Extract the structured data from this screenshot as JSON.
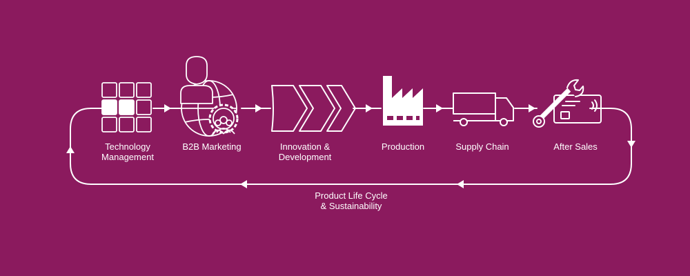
{
  "background_color": "#8b1a5e",
  "foreground_color": "#ffffff",
  "steps": [
    {
      "line1": "Technology",
      "line2": "Management",
      "icon": "grid-icon"
    },
    {
      "line1": "B2B Marketing",
      "line2": "",
      "icon": "person-globe-gear-icon"
    },
    {
      "line1": "Innovation &",
      "line2": "Development",
      "icon": "chevrons-icon"
    },
    {
      "line1": "Production",
      "line2": "",
      "icon": "factory-icon"
    },
    {
      "line1": "Supply Chain",
      "line2": "",
      "icon": "truck-icon"
    },
    {
      "line1": "After Sales",
      "line2": "",
      "icon": "wrench-card-icon"
    }
  ],
  "cycle": {
    "line1": "Product Life Cycle",
    "line2": "& Sustainability"
  }
}
